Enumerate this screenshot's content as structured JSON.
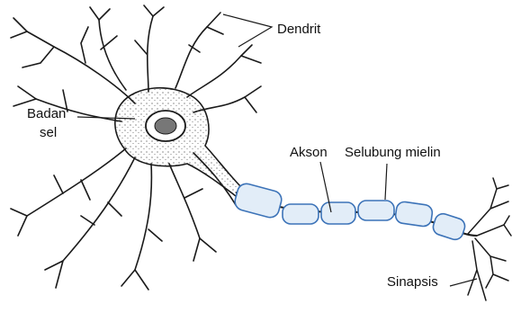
{
  "labels": {
    "dendrit": "Dendrit",
    "badan": "Badan",
    "sel": "sel",
    "akson": "Akson",
    "selubung_mielin": "Selubung mielin",
    "sinapsis": "Sinapsis"
  },
  "colors": {
    "ink": "#1a1a1a",
    "myelin_fill": "#e2edf8",
    "myelin_stroke": "#3c73b8",
    "background": "#ffffff"
  }
}
